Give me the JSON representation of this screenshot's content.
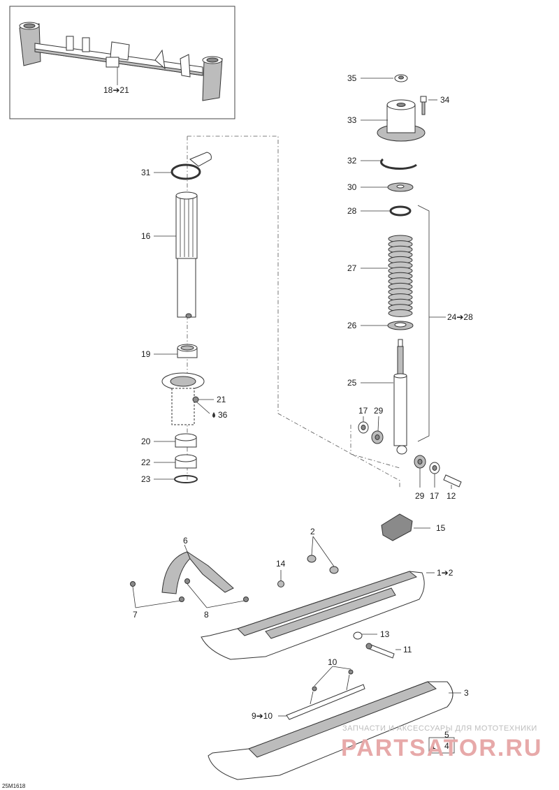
{
  "diagram_id": "25M1618",
  "inset": {
    "callout": "18➔21"
  },
  "callouts": {
    "c35": "35",
    "c34": "34",
    "c33": "33",
    "c32": "32",
    "c30": "30",
    "c28": "28",
    "c27": "27",
    "c26": "26",
    "c2428": "24➔28",
    "c25": "25",
    "c17a": "17",
    "c29a": "29",
    "c29b": "29",
    "c17b": "17",
    "c12": "12",
    "c31": "31",
    "c16": "16",
    "c19": "19",
    "c21": "21",
    "c36": "36",
    "c20": "20",
    "c22": "22",
    "c23": "23",
    "c6": "6",
    "c2": "2",
    "c15": "15",
    "c14": "14",
    "c12b": "1➔2",
    "c7": "7",
    "c8": "8",
    "c13": "13",
    "c11": "11",
    "c10": "10",
    "c3": "3",
    "c910": "9➔10",
    "c5": "5",
    "c1": "1",
    "c4": "4"
  },
  "watermark": {
    "line1": "ЗАПЧАСТИ И АКСЕССУАРЫ ДЛЯ МОТОТЕХНИКИ",
    "line2": "PARTSATOR.RU"
  }
}
